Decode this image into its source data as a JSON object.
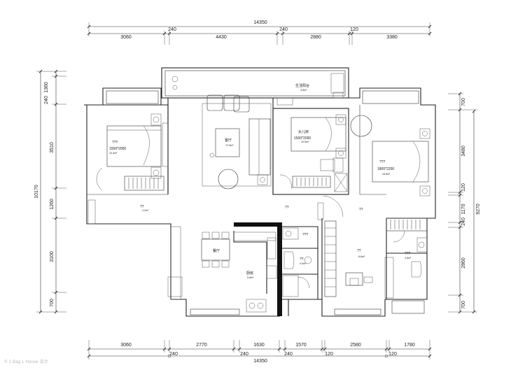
{
  "dimensions": {
    "top_total": "14350",
    "top_segments": [
      "3060",
      "240",
      "4430",
      "240",
      "2880",
      "120",
      "3380"
    ],
    "bottom_total": "14350",
    "bottom_segments": [
      "3060",
      "240",
      "2770",
      "240",
      "1630",
      "240",
      "1570",
      "120",
      "2580",
      "120",
      "1780"
    ],
    "left_total": "10170",
    "left_segments": [
      "240",
      "1360",
      "3510",
      "1260",
      "3100",
      "700"
    ],
    "right_total": "9270",
    "right_segments": [
      "700",
      "3480",
      "120",
      "1170",
      "240",
      "2860",
      "700"
    ]
  },
  "rooms": [
    {
      "id": "balcony",
      "name": "生活阳台",
      "area": "4.8m²"
    },
    {
      "id": "living",
      "name": "客厅",
      "area": "27.5m²"
    },
    {
      "id": "bed-left",
      "name": "???",
      "bed": "1500*2000",
      "area": "10.4m²"
    },
    {
      "id": "bed-daughter",
      "name": "女儿房",
      "bed": "1500*2000",
      "area": "10.5m²"
    },
    {
      "id": "bed-master",
      "name": "???",
      "bed": "1800*2200",
      "area": "16.8m²"
    },
    {
      "id": "dining",
      "name": "餐厅",
      "area": ""
    },
    {
      "id": "kitchen",
      "name": "厨房",
      "area": "5.8m²"
    },
    {
      "id": "hall-left",
      "name": "??",
      "area": "4.2m²"
    },
    {
      "id": "hall-center",
      "name": "??",
      "area": ""
    },
    {
      "id": "hall-right",
      "name": "??",
      "area": ""
    },
    {
      "id": "bath-top",
      "name": "???",
      "area": ""
    },
    {
      "id": "bath-small",
      "name": "??",
      "area": "4.0m²"
    },
    {
      "id": "study",
      "name": "??",
      "area": "8.6m²"
    },
    {
      "id": "bath-master",
      "name": "???",
      "area": "4.6m²"
    }
  ],
  "watermark": "© 1 Bag 1 House 设计"
}
